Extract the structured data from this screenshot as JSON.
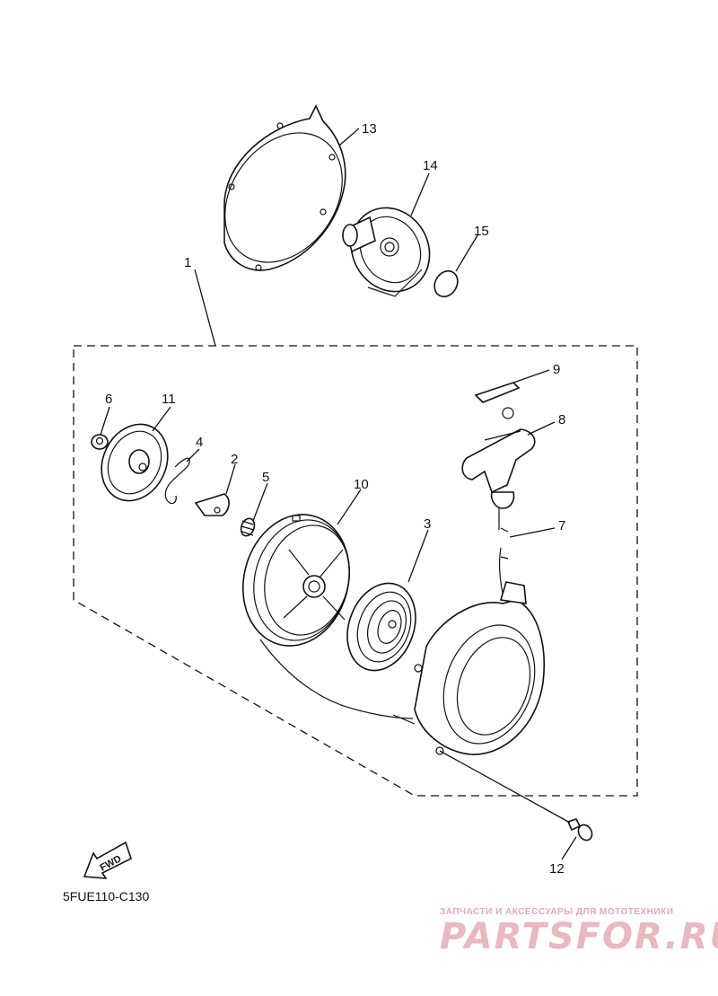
{
  "diagram": {
    "drawing_code": "5FUE110-C130",
    "fwd_label": "FWD",
    "callouts": {
      "c1": "1",
      "c2": "2",
      "c3": "3",
      "c4": "4",
      "c5": "5",
      "c6": "6",
      "c7": "7",
      "c8": "8",
      "c9": "9",
      "c10": "10",
      "c11": "11",
      "c12": "12",
      "c13": "13",
      "c14": "14",
      "c15": "15"
    }
  },
  "watermark": {
    "tagline": "ЗАПЧАСТИ И АКСЕССУАРЫ ДЛЯ МОТОТЕХНИКИ",
    "logo": "PARTSFOR.RU"
  }
}
